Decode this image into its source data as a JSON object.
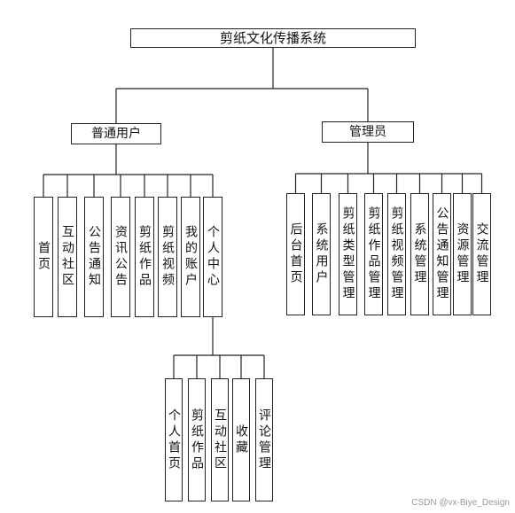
{
  "diagram": {
    "root": "剪纸文化传播系统",
    "user": {
      "label": "普通用户",
      "children": [
        "首页",
        "互动社区",
        "公告通知",
        "资讯公告",
        "剪纸作品",
        "剪纸视频",
        "我的账户",
        "个人中心"
      ],
      "personal_center": {
        "children": [
          "个人首页",
          "剪纸作品",
          "互动社区",
          "收藏",
          "评论管理"
        ]
      }
    },
    "admin": {
      "label": "管理员",
      "children": [
        "后台首页",
        "系统用户",
        "剪纸类型管理",
        "剪纸作品管理",
        "剪纸视频管理",
        "系统管理",
        "公告通知管理",
        "资源管理",
        "交流管理"
      ]
    }
  },
  "watermark": "CSDN @vx-Biye_Design"
}
